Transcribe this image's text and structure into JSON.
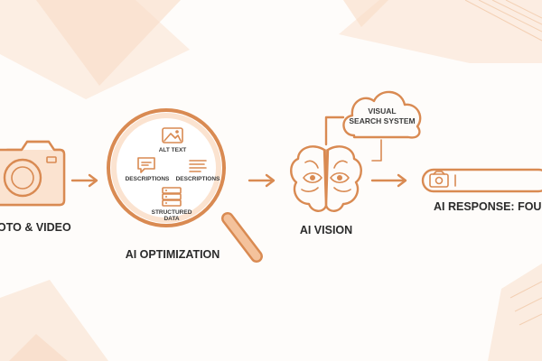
{
  "labels": {
    "photo_video": "OTO & VIDEO",
    "ai_optimization": "AI OPTIMIZATION",
    "ai_vision": "AI VISION",
    "ai_response": "AI RESPONSE: FOUN",
    "alt_text": "ALT TEXT",
    "descriptions_left": "DESCRIPTIONS",
    "descriptions_right": "DESCRIPTIONS",
    "structured_data_line1": "STRUCTURED",
    "structured_data_line2": "DATA",
    "visual_search_line1": "VISUAL",
    "visual_search_line2": "SEARCH SYSTEM"
  },
  "colors": {
    "accent": "#d98a52",
    "accent_soft": "#fbe3d0",
    "accent_mid": "#f4c29c",
    "text": "#2b2b2b",
    "background": "#fefcfa"
  },
  "icons": {
    "camera": "camera-icon",
    "magnifier": "magnifying-glass-icon",
    "image": "image-icon",
    "comment": "speech-bubble-icon",
    "lines": "text-lines-icon",
    "database": "stacked-data-icon",
    "brain": "brain-icon",
    "eye": "eye-icon",
    "cloud": "cloud-icon",
    "search_bar": "search-bar-icon",
    "arrow": "arrow-right-icon"
  }
}
